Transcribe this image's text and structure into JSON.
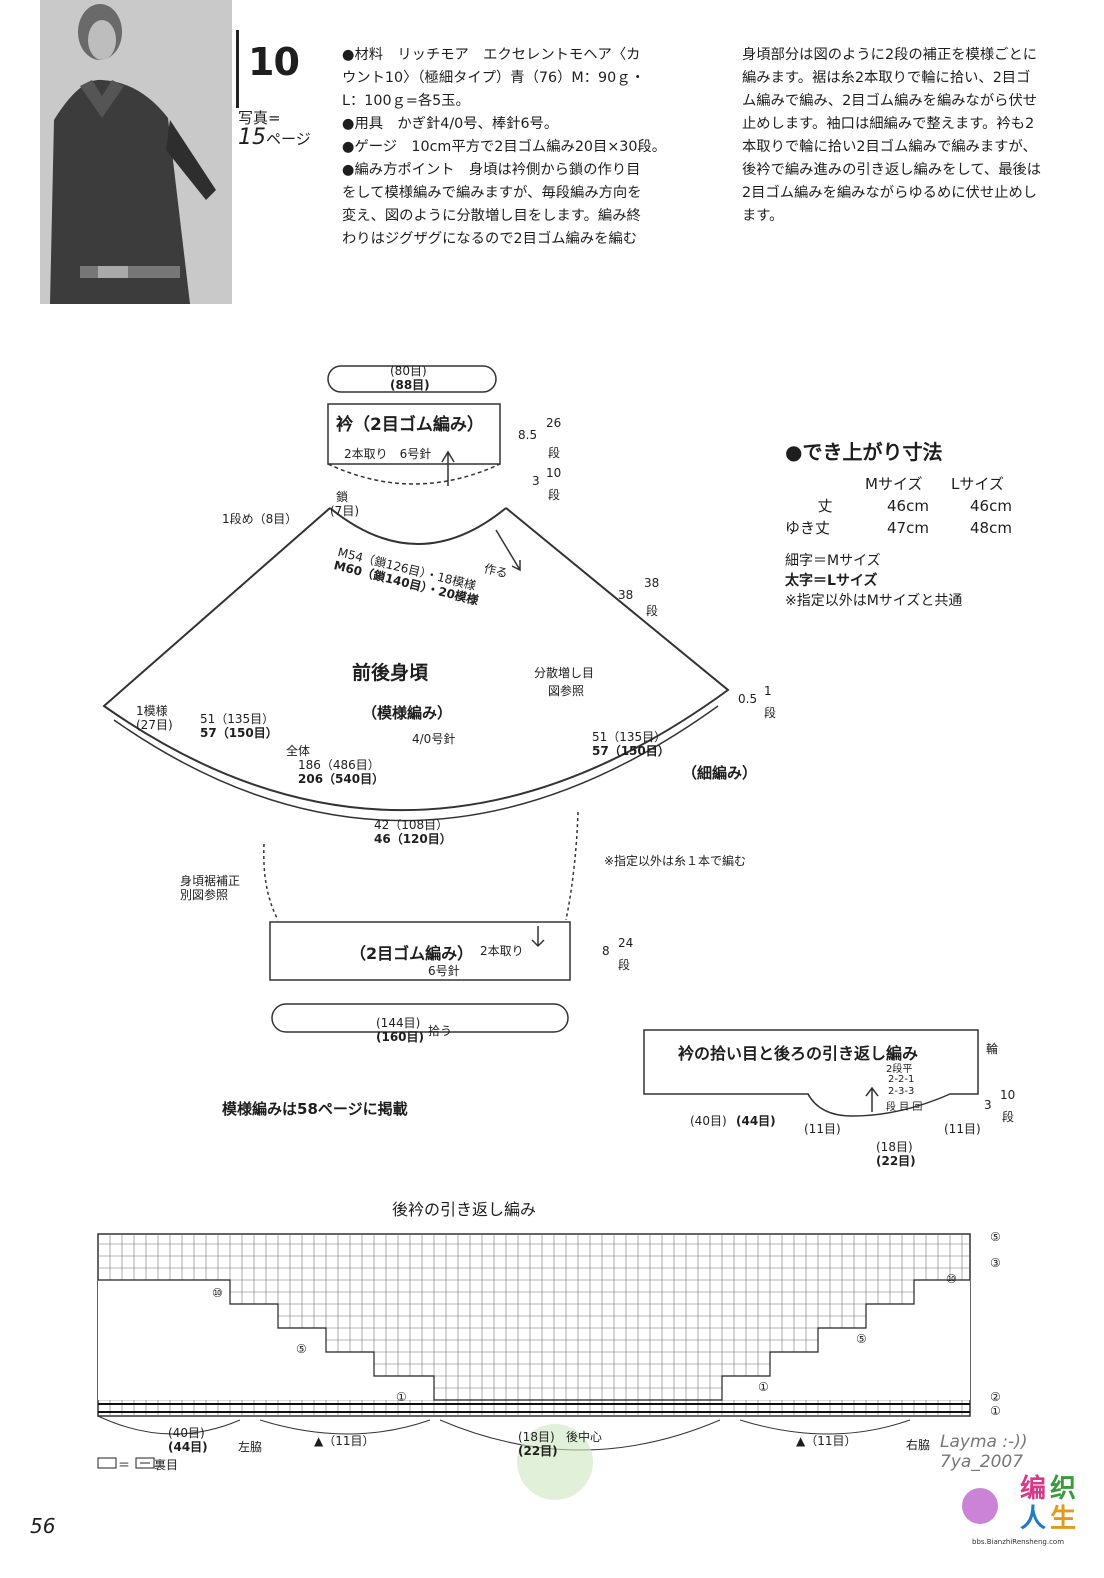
{
  "pattern": {
    "number": "10",
    "photo_label": "写真=",
    "photo_page_num": "15",
    "photo_page_suffix": "ページ"
  },
  "description": {
    "left_lines": [
      "●材料　リッチモア　エクセレントモヘア〈カ",
      "ウント10〉（極細タイプ）青（76）M：90ｇ・",
      "L：100ｇ=各5玉。",
      "●用具　かぎ針4/0号、棒針6号。",
      "●ゲージ　10cm平方で2目ゴム編み20目×30段。",
      "●編み方ポイント　身頃は衿側から鎖の作り目",
      "をして模様編みで編みますが、毎段編み方向を",
      "変え、図のように分散増し目をします。編み終",
      "わりはジグザグになるので2目ゴム編みを編む"
    ],
    "right_lines": [
      "身頃部分は図のように2段の補正を模様ごとに",
      "編みます。裾は糸2本取りで輪に拾い、2目ゴ",
      "ム編みで編み、2目ゴム編みを編みながら伏せ",
      "止めします。袖口は細編みで整えます。衿も2",
      "本取りで輪に拾い2目ゴム編みで編みますが、",
      "後衿で編み進みの引き返し編みをして、最後は",
      "2目ゴム編みを編みながらゆるめに伏せ止めし",
      "ます。"
    ]
  },
  "sizes": {
    "title": "●でき上がり寸法",
    "col_m": "Mサイズ",
    "col_l": "Lサイズ",
    "rows": [
      {
        "label": "丈",
        "m": "46cm",
        "l": "46cm"
      },
      {
        "label": "ゆき丈",
        "m": "47cm",
        "l": "48cm"
      }
    ],
    "note1": "細字＝Mサイズ",
    "note2": "太字＝Lサイズ",
    "note3": "※指定以外はMサイズと共通"
  },
  "diagram": {
    "collar_top_m": "(80目)",
    "collar_top_l": "(88目)",
    "collar_label": "衿（2目ゴム編み）",
    "collar_yarn": "2本取り　6号針",
    "collar_h1": "8.5",
    "collar_h1_rows": "26",
    "collar_h1_rows_l": "段",
    "collar_h2": "3",
    "collar_h2_rows": "10",
    "collar_h2_rows_l": "段",
    "chain_label": "鎖",
    "chain_count": "(7目)",
    "first_row": "1段め（8目）",
    "neck_m": "M54（鎖126目）・18模様",
    "neck_l": "M60（鎖140目）・20模様",
    "neck_make": "作る",
    "body_title": "前後身頃",
    "body_sub": "（模様編み）",
    "body_needle": "4/0号針",
    "dist_inc": "分散増し目",
    "dist_ref": "図参照",
    "side_len": "38",
    "side_rows": "38",
    "side_rows_l": "段",
    "corner_len": "0.5",
    "corner_rows": "1",
    "corner_rows_l": "段",
    "one_pattern": "1模様",
    "one_pattern_count": "(27目)",
    "left_m": "51（135目）",
    "left_l": "57（150目）",
    "right_m": "51（135目）",
    "right_l": "57（150目）",
    "total_label": "全体",
    "total_m": "186（486目）",
    "total_l": "206（540目）",
    "sc_label": "（細編み）",
    "hem_m": "42（108目）",
    "hem_l": "46（120目）",
    "single_yarn_note": "※指定以外は糸１本で編む",
    "hem_corr": "身頃裾補正",
    "hem_corr_ref": "別図参照",
    "band_label": "（2目ゴム編み）",
    "band_yarn": "2本取り",
    "band_needle": "6号針",
    "band_h": "8",
    "band_rows": "24",
    "band_rows_l": "段",
    "pick_m": "(144目)",
    "pick_l": "(160目)",
    "pick_word": "拾う",
    "pattern_ref": "模様編みは58ページに掲載"
  },
  "collar_detail": {
    "title": "衿の拾い目と後ろの引き返し編み",
    "round": "輪",
    "steps1": "2段平",
    "steps2": "2-2-1",
    "steps3": "2-3-3",
    "steps4": "段 目 回",
    "h": "3",
    "rows": "10",
    "rows_l": "段",
    "left": "(40目)",
    "left_b": "(44目)",
    "side_l": "(11目)",
    "side_r": "(11目)",
    "center_m": "(18目)",
    "center_l": "(22目)"
  },
  "chart": {
    "title": "後衿の引き返し編み",
    "markers_right": [
      "⑤",
      "③",
      "⑩",
      "⑤",
      "①",
      "②",
      "①"
    ],
    "markers_left": [
      "⑩",
      "⑤",
      "①"
    ],
    "bottom_left_m": "(40目)",
    "bottom_left_l": "(44目)",
    "left_side": "左脇",
    "mid_left": "▲（11目）",
    "center_m": "(18目)",
    "center_l": "(22目)",
    "center_back": "後中心",
    "mid_right": "▲（11目）",
    "right_side": "右脇",
    "legend": "＝　　裏目"
  },
  "footer": {
    "page": "56",
    "signature": "Layma :-))",
    "signature2": "7ya_2007",
    "brand1": "编",
    "brand2": "织",
    "brand3": "人",
    "brand4": "生",
    "url": "bbs.BianzhiRensheng.com"
  }
}
